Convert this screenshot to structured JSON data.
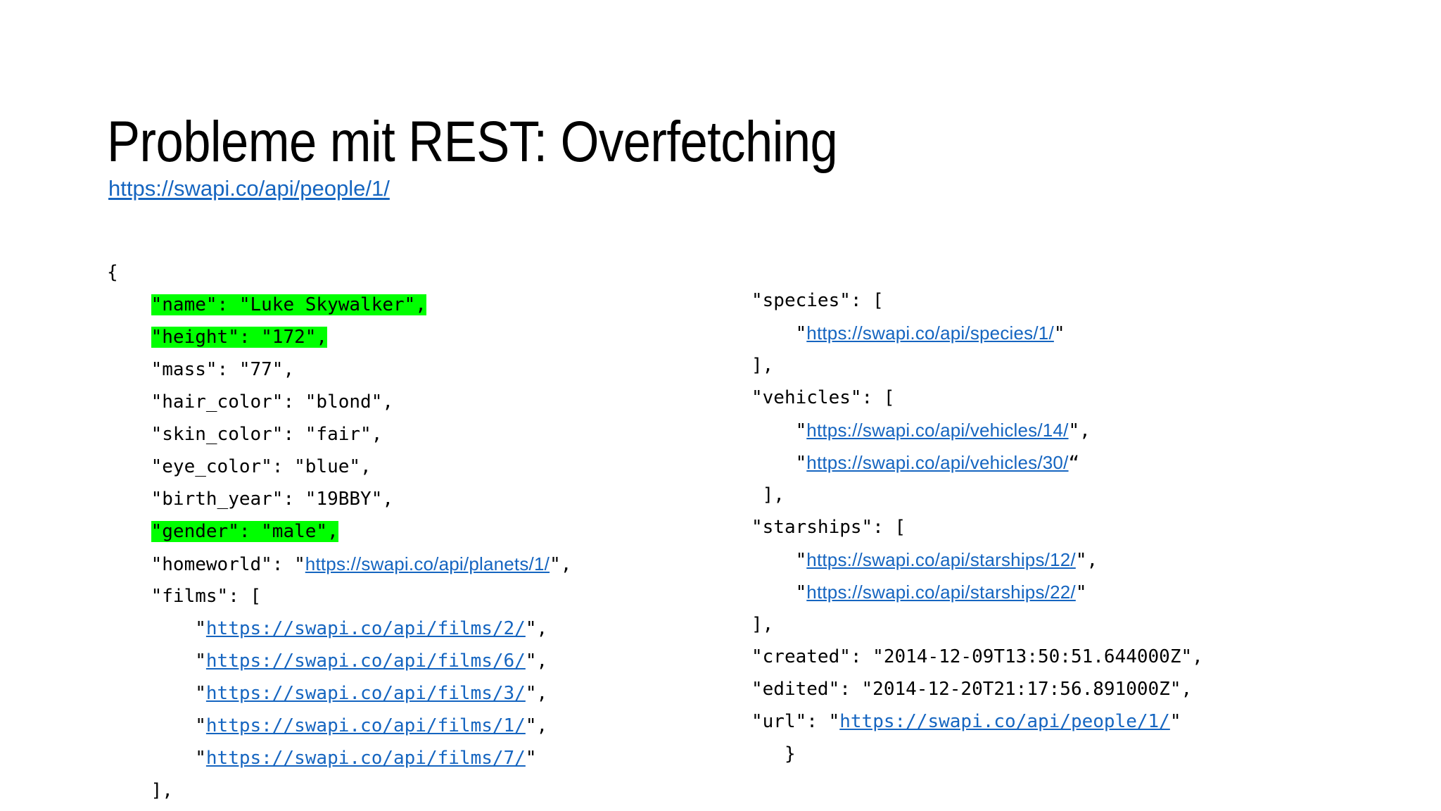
{
  "slide": {
    "title": "Probleme mit REST: Overfetching",
    "background_color": "#FFFFFF",
    "text_color": "#000000",
    "link_color": "#1565C0",
    "highlight_color": "#00FF00"
  },
  "subtitle": {
    "link_text": "https://swapi.co/api/people/1/"
  },
  "code_left": {
    "lines": [
      {
        "indent": 0,
        "text": "{",
        "highlight": false
      },
      {
        "indent": 1,
        "text": "\"name\": \"Luke Skywalker\",",
        "highlight": true
      },
      {
        "indent": 1,
        "text": "\"height\": \"172\",",
        "highlight": true
      },
      {
        "indent": 1,
        "text": "\"mass\": \"77\",",
        "highlight": false
      },
      {
        "indent": 1,
        "text": "\"hair_color\": \"blond\",",
        "highlight": false
      },
      {
        "indent": 1,
        "text": "\"skin_color\": \"fair\",",
        "highlight": false
      },
      {
        "indent": 1,
        "text": "\"eye_color\": \"blue\",",
        "highlight": false
      },
      {
        "indent": 1,
        "text": "\"birth_year\": \"19BBY\",",
        "highlight": false
      },
      {
        "indent": 1,
        "text": "\"gender\": \"male\",",
        "highlight": true
      },
      {
        "indent": 1,
        "prefix": "\"homeworld\": \"",
        "link": "https://swapi.co/api/planets/1/",
        "suffix": "\",",
        "link_font": "sans",
        "highlight": false
      },
      {
        "indent": 1,
        "text": "\"films\": [",
        "highlight": false
      },
      {
        "indent": 2,
        "prefix": "\"",
        "link": "https://swapi.co/api/films/2/",
        "suffix": "\",",
        "link_font": "mono",
        "highlight": false
      },
      {
        "indent": 2,
        "prefix": "\"",
        "link": "https://swapi.co/api/films/6/",
        "suffix": "\",",
        "link_font": "mono",
        "highlight": false
      },
      {
        "indent": 2,
        "prefix": "\"",
        "link": "https://swapi.co/api/films/3/",
        "suffix": "\",",
        "link_font": "mono",
        "highlight": false
      },
      {
        "indent": 2,
        "prefix": "\"",
        "link": "https://swapi.co/api/films/1/",
        "suffix": "\",",
        "link_font": "mono",
        "highlight": false
      },
      {
        "indent": 2,
        "prefix": "\"",
        "link": "https://swapi.co/api/films/7/",
        "suffix": "\"",
        "link_font": "mono",
        "highlight": false
      },
      {
        "indent": 1,
        "text": "],",
        "highlight": false
      }
    ]
  },
  "code_right": {
    "lines": [
      {
        "indent": 0,
        "text": "\"species\": [",
        "highlight": false
      },
      {
        "indent": 1,
        "prefix": "\"",
        "link": "https://swapi.co/api/species/1/",
        "suffix": "\"",
        "link_font": "sans",
        "highlight": false
      },
      {
        "indent": 0,
        "text": "],",
        "highlight": false
      },
      {
        "indent": 0,
        "text": "\"vehicles\": [",
        "highlight": false
      },
      {
        "indent": 1,
        "prefix": "\"",
        "link": "https://swapi.co/api/vehicles/14/",
        "suffix": "\",",
        "link_font": "sans",
        "highlight": false
      },
      {
        "indent": 1,
        "prefix": "\"",
        "link": "https://swapi.co/api/vehicles/30/",
        "suffix": "“",
        "link_font": "sans",
        "highlight": false
      },
      {
        "indent": 0,
        "text": " ],",
        "highlight": false
      },
      {
        "indent": 0,
        "text": "\"starships\": [",
        "highlight": false
      },
      {
        "indent": 1,
        "prefix": "\"",
        "link": "https://swapi.co/api/starships/12/",
        "suffix": "\",",
        "link_font": "sans",
        "highlight": false
      },
      {
        "indent": 1,
        "prefix": "\"",
        "link": "https://swapi.co/api/starships/22/",
        "suffix": "\"",
        "link_font": "sans",
        "highlight": false
      },
      {
        "indent": 0,
        "text": "],",
        "highlight": false
      },
      {
        "indent": 0,
        "text": "\"created\": \"2014-12-09T13:50:51.644000Z\",",
        "highlight": false
      },
      {
        "indent": 0,
        "text": "\"edited\": \"2014-12-20T21:17:56.891000Z\",",
        "highlight": false
      },
      {
        "indent": 0,
        "prefix": "\"url\": \"",
        "link": "https://swapi.co/api/people/1/",
        "suffix": "\"",
        "link_font": "mono",
        "highlight": false
      },
      {
        "indent": -1,
        "text": "}",
        "highlight": false
      }
    ]
  }
}
